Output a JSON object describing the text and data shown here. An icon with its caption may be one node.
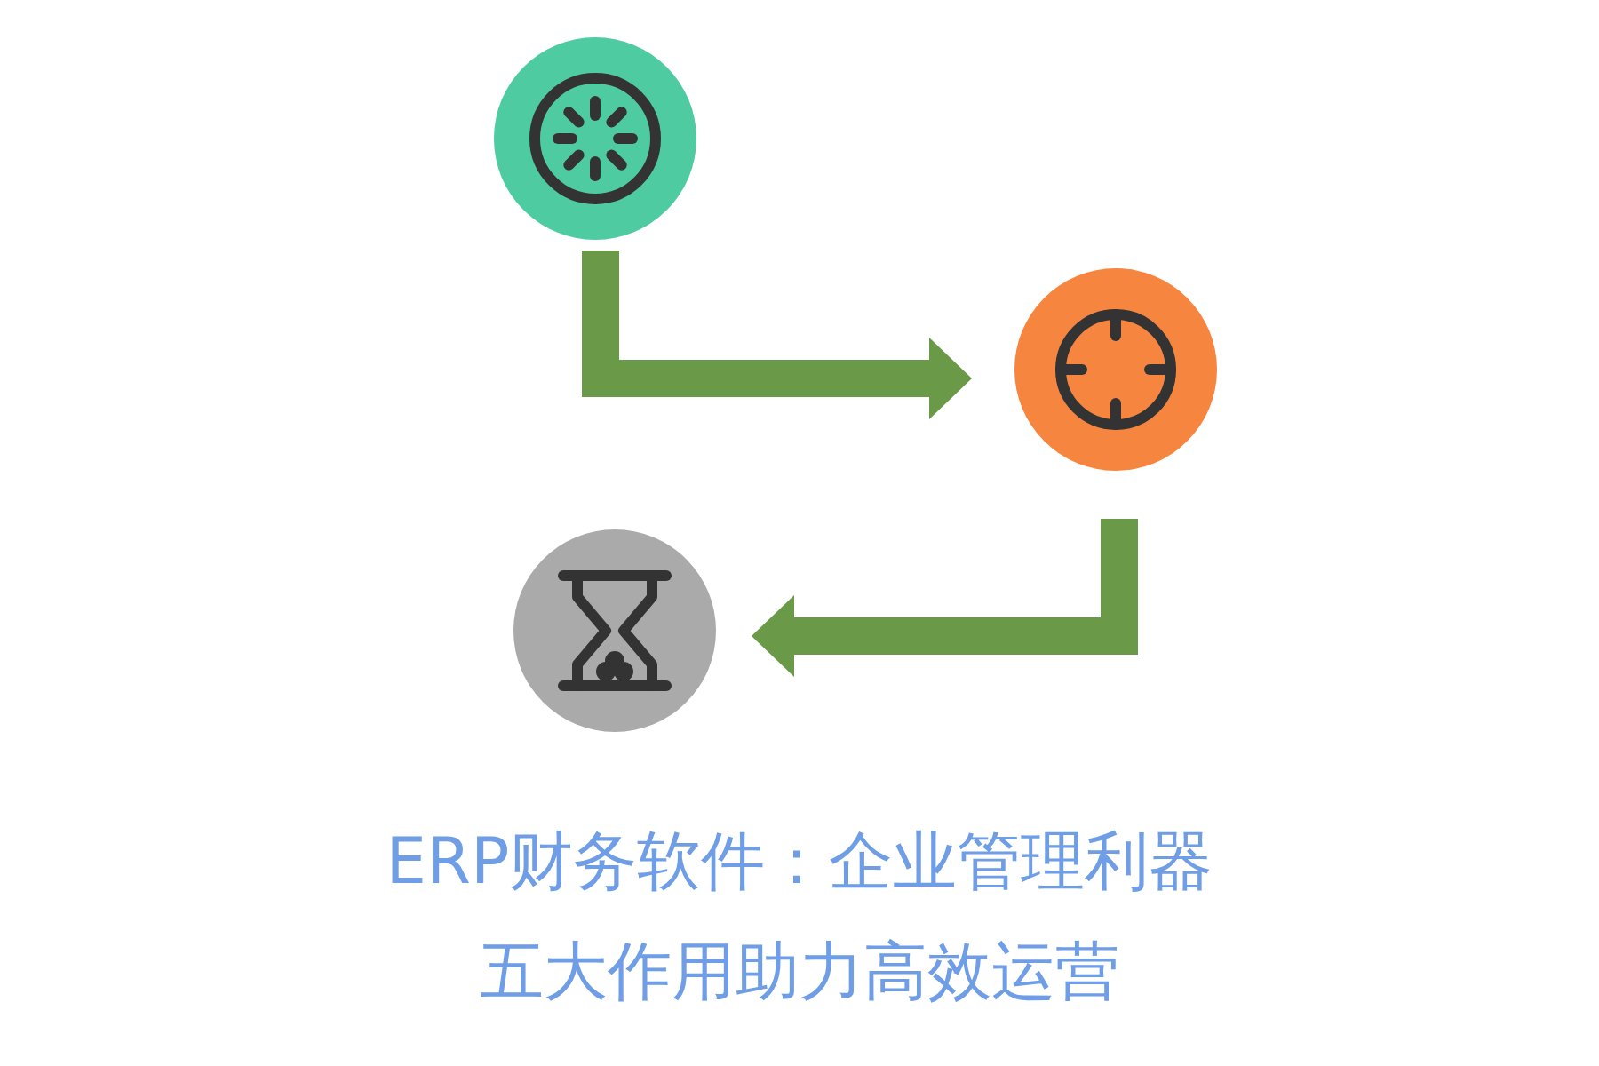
{
  "diagram": {
    "title": "ERP财务软件：企业管理利器五大作用助力高效运营",
    "nodes": [
      {
        "text": [],
        "shape": "circle"
      },
      {
        "text": [],
        "shape": "circle"
      },
      {
        "text": [],
        "shape": "circle"
      }
    ],
    "edges": [
      {
        "from": 0,
        "to": 1,
        "arrow": "to"
      },
      {
        "from": 1,
        "to": 2,
        "arrow": "to"
      }
    ]
  }
}
